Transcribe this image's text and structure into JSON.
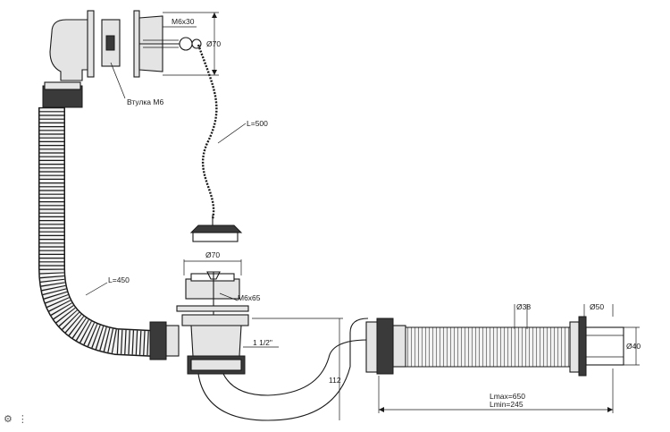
{
  "labels": {
    "bushing": "Втулка M6",
    "screw_top": "M6x30",
    "diam_overflow": "Ø70",
    "chain_length": "L=500",
    "diam_drain": "Ø70",
    "screw_drain": "M6x65",
    "hose_length": "L=450",
    "thread": "1 1/2\"",
    "height": "112",
    "diam_38": "Ø38",
    "diam_50": "Ø50",
    "diam_40": "Ø40",
    "lmax": "Lmax=650",
    "lmin": "Lmin=245"
  },
  "corner_icons": [
    "settings-icon",
    "more-icon"
  ],
  "corner_glyphs": {
    "settings": "⚙",
    "more": "⋮"
  }
}
